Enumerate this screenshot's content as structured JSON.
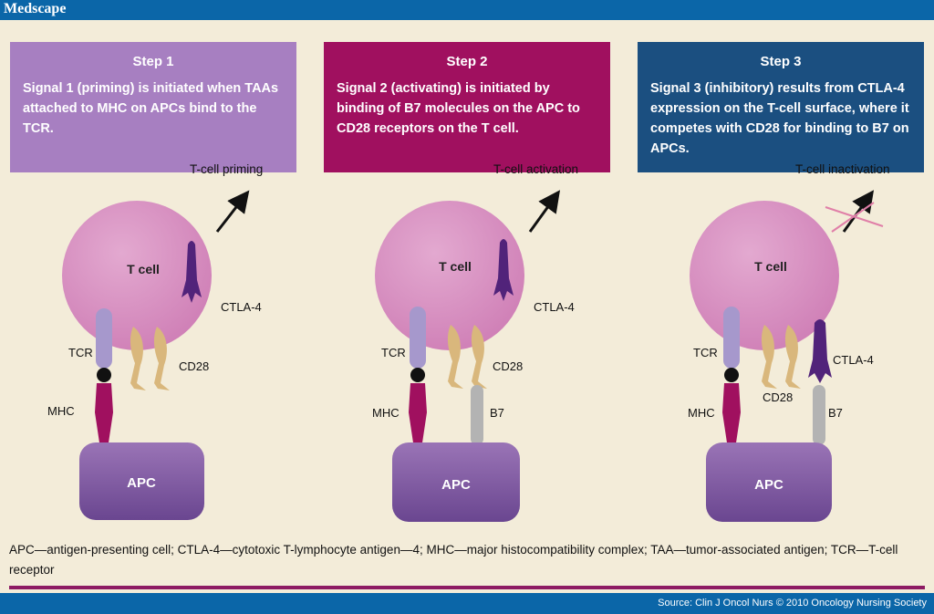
{
  "header": {
    "logo": "Medscape"
  },
  "steps": [
    {
      "title": "Step 1",
      "description": "Signal 1 (priming) is initiated when TAAs attached to MHC on APCs bind to the TCR.",
      "color": "#a77fc1",
      "outcome": "T-cell priming"
    },
    {
      "title": "Step 2",
      "description": "Signal 2 (activating) is initiated by binding of B7 molecules on the APC to CD28 receptors on the T cell.",
      "color": "#a0105f",
      "outcome": "T-cell activation"
    },
    {
      "title": "Step 3",
      "description": "Signal 3 (inhibitory) results from CTLA-4 expression on the T-cell surface, where it competes with CD28 for binding to B7 on APCs.",
      "color": "#1b4f80",
      "outcome": "T-cell inactivation"
    }
  ],
  "labels": {
    "tcell": "T cell",
    "apc": "APC",
    "tcr": "TCR",
    "mhc": "MHC",
    "cd28": "CD28",
    "ctla4": "CTLA-4",
    "b7": "B7"
  },
  "footnote": "APC—antigen-presenting cell; CTLA-4—cytotoxic T-lymphocyte antigen—4; MHC—major histocompatibility complex; TAA—tumor-associated antigen; TCR—T-cell receptor",
  "source": "Source: Clin J Oncol Nurs © 2010 Oncology Nursing Society"
}
